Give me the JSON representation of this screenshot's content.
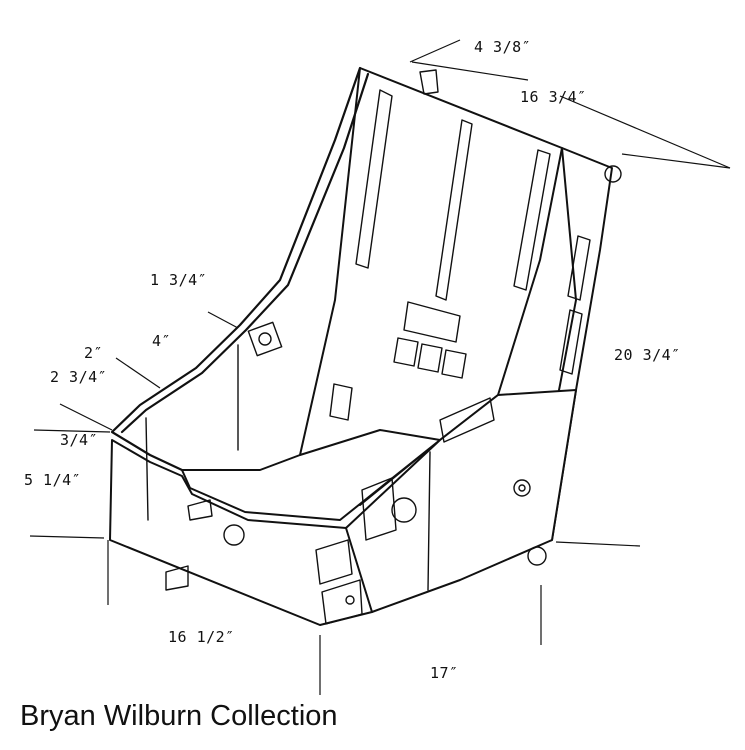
{
  "dimensions": {
    "back_top_width": "4 3/8″",
    "back_depth": "16 3/4″",
    "rim_width": "1 3/4″",
    "side_height": "4″",
    "side_top": "2″",
    "lip_width": "2 3/4″",
    "lip_height": "3/4″",
    "front_height": "5 1/4″",
    "back_height": "20 3/4″",
    "seat_width": "16 1/2″",
    "seat_depth": "17″"
  },
  "caption": "Bryan Wilburn Collection"
}
